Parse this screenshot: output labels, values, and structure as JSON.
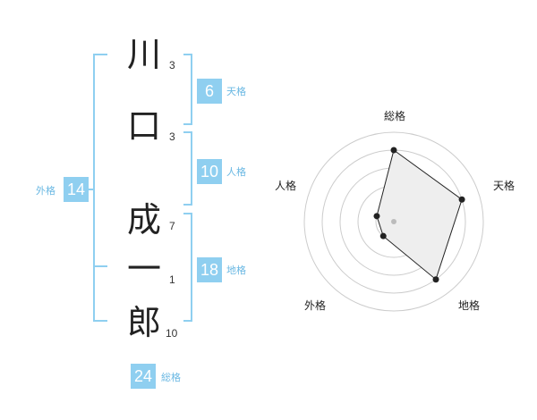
{
  "name": {
    "chars": [
      {
        "char": "川",
        "strokes": "3"
      },
      {
        "char": "口",
        "strokes": "3"
      },
      {
        "char": "成",
        "strokes": "7"
      },
      {
        "char": "一",
        "strokes": "1"
      },
      {
        "char": "郎",
        "strokes": "10"
      }
    ]
  },
  "fortunes": {
    "tenkaku": {
      "value": "6",
      "label": "天格"
    },
    "jinkaku": {
      "value": "10",
      "label": "人格"
    },
    "chikaku": {
      "value": "18",
      "label": "地格"
    },
    "gaikaku": {
      "value": "14",
      "label": "外格"
    },
    "soukaku": {
      "value": "24",
      "label": "総格"
    }
  },
  "chart_data": {
    "type": "radar",
    "axes": [
      "総格",
      "天格",
      "地格",
      "外格",
      "人格"
    ],
    "values": [
      4,
      4,
      4,
      1,
      1
    ],
    "max": 5,
    "colors": {
      "fill": "#eeeeee",
      "line": "#222222",
      "grid": "#cccccc"
    }
  }
}
